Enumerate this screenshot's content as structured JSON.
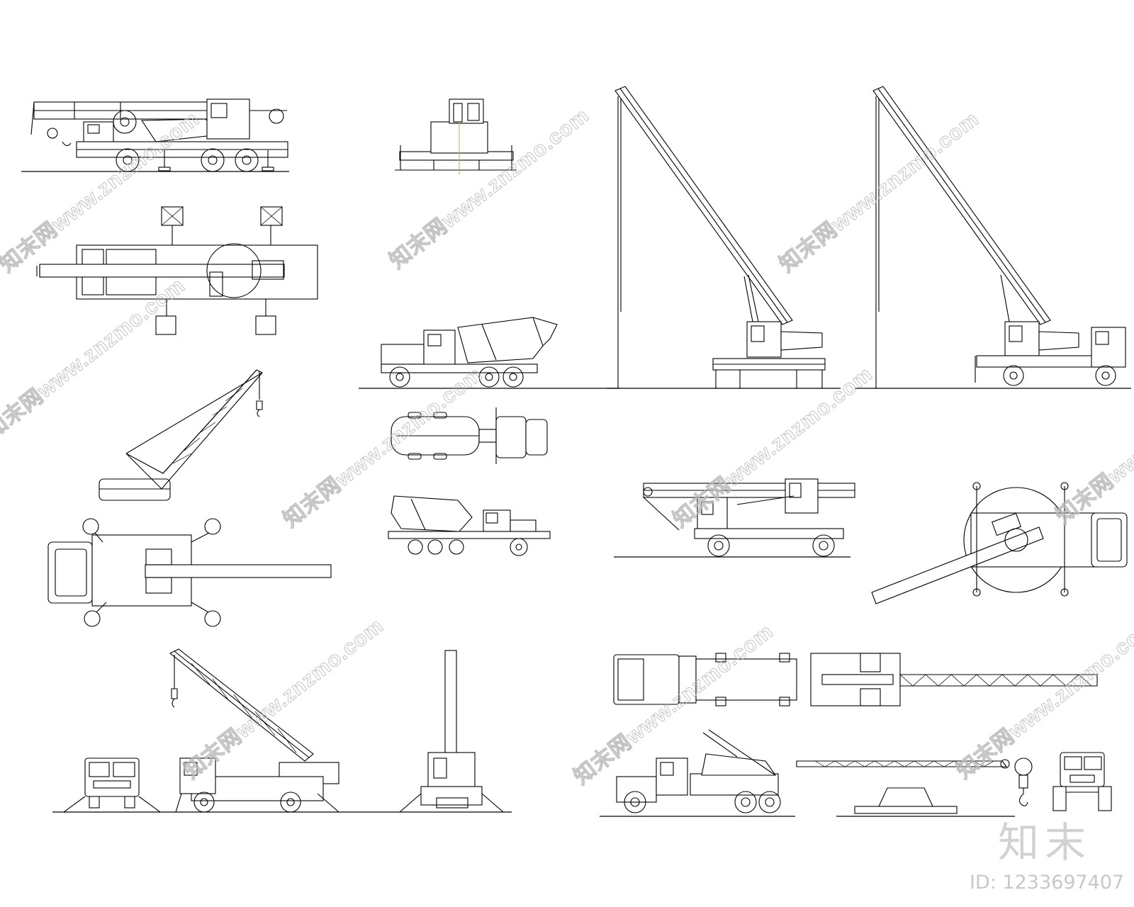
{
  "drawing": {
    "sheet_title": "",
    "views": [
      {
        "id": "mobile-crane-side"
      },
      {
        "id": "mobile-crane-rear"
      },
      {
        "id": "mobile-crane-plan"
      },
      {
        "id": "crawler-crane-side"
      },
      {
        "id": "crane-top-outriggers"
      },
      {
        "id": "mixer-truck-side"
      },
      {
        "id": "mixer-truck-plan"
      },
      {
        "id": "mixer-truck-side-2"
      },
      {
        "id": "boom-crane-tall-1"
      },
      {
        "id": "boom-crane-tall-2"
      },
      {
        "id": "truck-crane-side-mid"
      },
      {
        "id": "crane-slewing-plan"
      },
      {
        "id": "lattice-crane-side"
      },
      {
        "id": "truck-front"
      },
      {
        "id": "crane-rear-tall"
      },
      {
        "id": "lattice-truck-plan"
      },
      {
        "id": "lattice-truck-side"
      },
      {
        "id": "lattice-boom"
      },
      {
        "id": "hook-block"
      },
      {
        "id": "truck-front-small"
      }
    ]
  },
  "watermark": {
    "site_text": "知末网www.znzmo.com",
    "color": "#b8b8b8"
  },
  "footer": {
    "logo_text": "知末",
    "id_label": "ID: 1233697407"
  }
}
